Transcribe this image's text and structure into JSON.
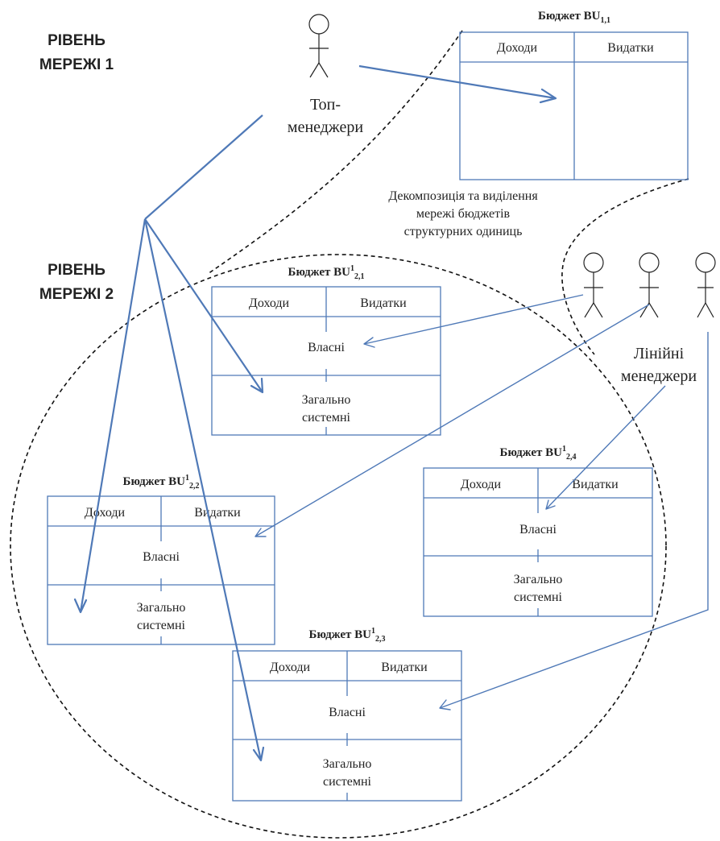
{
  "levels": {
    "level1_line1": "РІВЕНЬ",
    "level1_line2": "МЕРЕЖІ 1",
    "level2_line1": "РІВЕНЬ",
    "level2_line2": "МЕРЕЖІ 2"
  },
  "actors": {
    "top_managers_line1": "Топ-",
    "top_managers_line2": "менеджери",
    "line_managers_line1": "Лінійні",
    "line_managers_line2": "менеджери"
  },
  "decomposition_note": {
    "line1": "Декомпозиція та виділення",
    "line2": "мережі бюджетів",
    "line3": "структурних одиниць"
  },
  "budgets": {
    "bu11": {
      "title": "Бюджет BU",
      "sub": "1,1",
      "income": "Доходи",
      "expenses": "Видатки"
    },
    "bu21": {
      "title": "Бюджет BU",
      "sup": "1",
      "sub": "2,1",
      "income": "Доходи",
      "expenses": "Видатки",
      "own": "Власні",
      "general_line1": "Загально",
      "general_line2": "системні"
    },
    "bu22": {
      "title": "Бюджет BU",
      "sup": "1",
      "sub": "2,2",
      "income": "Доходи",
      "expenses": "Видатки",
      "own": "Власні",
      "general_line1": "Загально",
      "general_line2": "системні"
    },
    "bu23": {
      "title": "Бюджет BU",
      "sup": "1",
      "sub": "2,3",
      "income": "Доходи",
      "expenses": "Видатки",
      "own": "Власні",
      "general_line1": "Загально",
      "general_line2": "системні"
    },
    "bu24": {
      "title": "Бюджет BU",
      "sup": "1",
      "sub": "2,4",
      "income": "Доходи",
      "expenses": "Видатки",
      "own": "Власні",
      "general_line1": "Загально",
      "general_line2": "системні"
    }
  },
  "colors": {
    "connector": "#4f79b7",
    "boundary": "#111111",
    "text": "#222222"
  }
}
